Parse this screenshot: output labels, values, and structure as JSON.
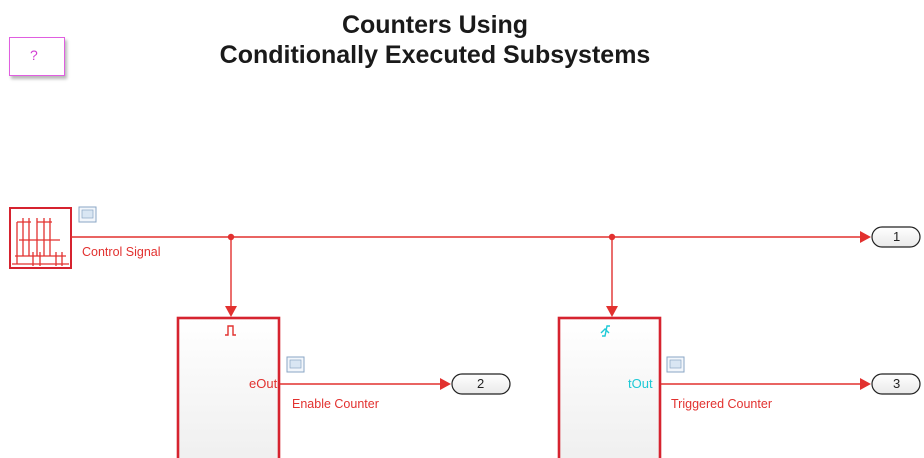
{
  "title": {
    "line1": "Counters Using",
    "line2": "Conditionally Executed Subsystems"
  },
  "help_block": {
    "text": "?"
  },
  "signals": {
    "control": "Control Signal",
    "enable": "Enable Counter",
    "triggered": "Triggered Counter"
  },
  "subsystems": {
    "enabled": {
      "port_label": "eOut",
      "icon": "enable-pulse-icon"
    },
    "triggered": {
      "port_label": "tOut",
      "icon": "trigger-rising-edge-icon"
    }
  },
  "outports": [
    "1",
    "2",
    "3"
  ],
  "colors": {
    "signal": "#e2312f",
    "block_border": "#d6232f",
    "trigger_port": "#1ec9d6",
    "help_border": "#e05ee0"
  }
}
